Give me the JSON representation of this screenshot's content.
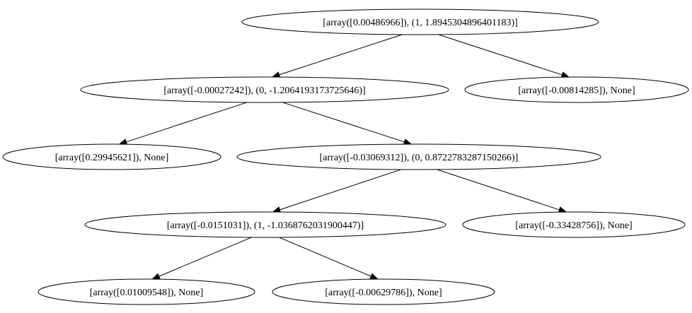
{
  "diagram": {
    "colors": {
      "stroke": "#000000",
      "fill": "#ffffff",
      "text": "#000000"
    },
    "nodes": [
      {
        "id": "n0",
        "label": "[array([0.00486966]), (1, 1.8945304896401183)]"
      },
      {
        "id": "n1",
        "label": "[array([-0.00027242]), (0, -1.2064193173725646)]"
      },
      {
        "id": "n2",
        "label": "[array([-0.00814285]), None]"
      },
      {
        "id": "n3",
        "label": "[array([0.29945621]), None]"
      },
      {
        "id": "n4",
        "label": "[array([-0.03069312]), (0, 0.8722783287150266)]"
      },
      {
        "id": "n5",
        "label": "[array([-0.0151031]), (1, -1.0368762031900447)]"
      },
      {
        "id": "n6",
        "label": "[array([-0.33428756]), None]"
      },
      {
        "id": "n7",
        "label": "[array([0.01009548]), None]"
      },
      {
        "id": "n8",
        "label": "[array([-0.00629786]), None]"
      }
    ],
    "edges": [
      {
        "from": "n0",
        "to": "n1"
      },
      {
        "from": "n0",
        "to": "n2"
      },
      {
        "from": "n1",
        "to": "n3"
      },
      {
        "from": "n1",
        "to": "n4"
      },
      {
        "from": "n4",
        "to": "n5"
      },
      {
        "from": "n4",
        "to": "n6"
      },
      {
        "from": "n5",
        "to": "n7"
      },
      {
        "from": "n5",
        "to": "n8"
      }
    ]
  }
}
